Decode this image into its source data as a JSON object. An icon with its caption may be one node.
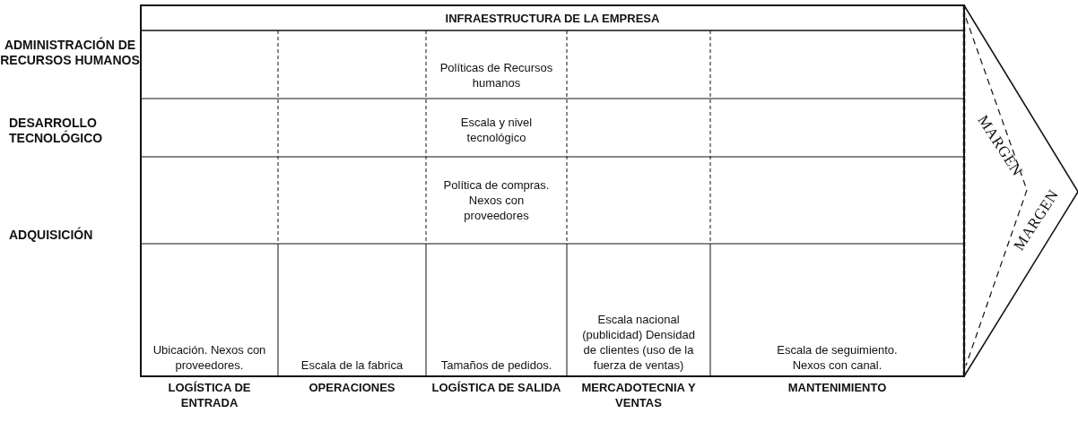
{
  "diagram": {
    "labels": [
      "INFRAESTRUCTURA DE LA EMPRESA",
      "ADMINISTRACIÓN DE RECURSOS HUMANOS",
      "Políticas de Recursos humanos",
      "MARGEN",
      "DESARROLLO TECNOLÓGICO",
      "Escala y nivel tecnológico",
      "Política de compras. Nexos con proveedores",
      "MARGEN",
      "ADQUISICIÓN",
      "Escala nacional (publicidad) Densidad de clientes (uso de la fuerza de ventas)",
      "Ubicación. Nexos con proveedores.",
      "Escala de la fabrica",
      "Tamaños de pedidos.",
      "Escala de seguimiento. Nexos con canal.",
      "LOGÍSTICA DE ENTRADA",
      "OPERACIONES",
      "LOGÍSTICA DE SALIDA",
      "MERCADOTECNIA Y VENTAS",
      "MANTENIMIENTO"
    ]
  }
}
